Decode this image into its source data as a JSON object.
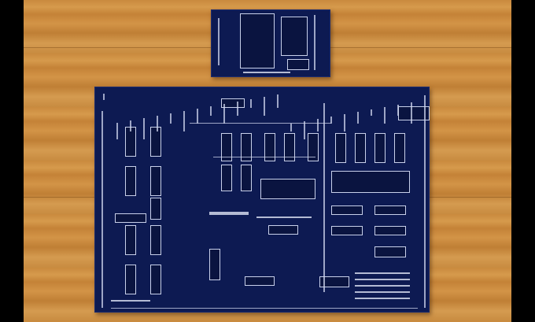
{
  "scene": {
    "background": "wooden-table",
    "colors": {
      "wood": "#c98a3e",
      "pcb": "#0d1a52",
      "silkscreen": "#dfe4f5"
    },
    "objects": [
      "small-pcb",
      "large-pcb"
    ]
  }
}
